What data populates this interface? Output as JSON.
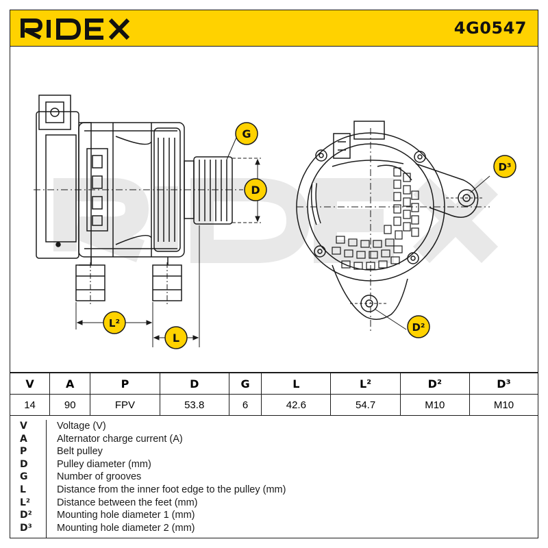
{
  "header": {
    "brand": "RIDEX",
    "part_number": "4G0547"
  },
  "drawing": {
    "watermark": "RIDEX",
    "badges": {
      "G": "G",
      "D": "D",
      "L2": "L²",
      "L": "L",
      "D3": "D³",
      "D2": "D²"
    }
  },
  "specs": {
    "headers": [
      "V",
      "A",
      "P",
      "D",
      "G",
      "L",
      "L²",
      "D²",
      "D³"
    ],
    "values": [
      "14",
      "90",
      "FPV",
      "53.8",
      "6",
      "42.6",
      "54.7",
      "M10",
      "M10"
    ]
  },
  "legend": [
    {
      "key": "V",
      "text": "Voltage (V)"
    },
    {
      "key": "A",
      "text": "Alternator charge current (A)"
    },
    {
      "key": "P",
      "text": "Belt pulley"
    },
    {
      "key": "D",
      "text": "Pulley diameter (mm)"
    },
    {
      "key": "G",
      "text": "Number of grooves"
    },
    {
      "key": "L",
      "text": "Distance from the inner foot edge to the pulley (mm)"
    },
    {
      "key": "L²",
      "text": "Distance between the feet (mm)"
    },
    {
      "key": "D²",
      "text": "Mounting hole diameter 1 (mm)"
    },
    {
      "key": "D³",
      "text": "Mounting hole diameter 2 (mm)"
    }
  ],
  "colors": {
    "brand_yellow": "#ffd200",
    "line": "#1a1a1a",
    "watermark": "#e6e6e6"
  }
}
